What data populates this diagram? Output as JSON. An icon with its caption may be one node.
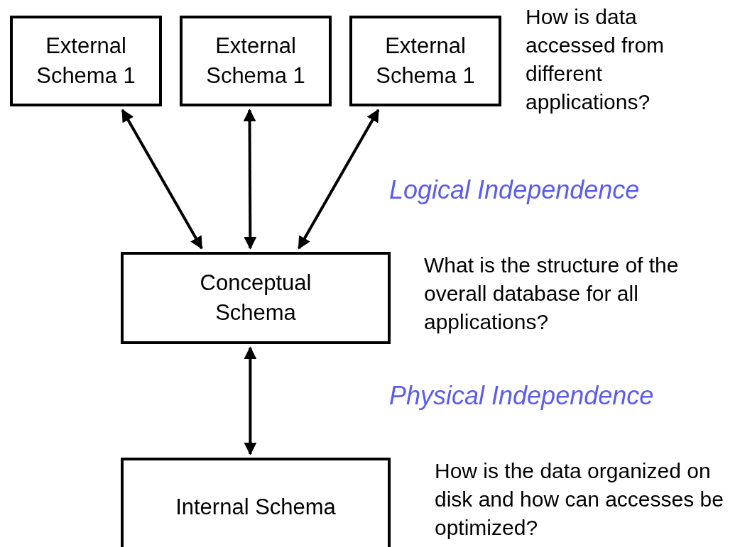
{
  "diagram": {
    "nodes": [
      {
        "text": [
          "External Schema 1"
        ]
      },
      {
        "text": [
          "External Schema 1"
        ]
      },
      {
        "text": [
          "External Schema 1"
        ]
      },
      {
        "text": [
          "Conceptual Schema"
        ]
      },
      {
        "text": [
          "Internal Schema"
        ]
      }
    ],
    "edges": [
      {
        "from": 0,
        "to": 3,
        "arrow": "both"
      },
      {
        "from": 1,
        "to": 3,
        "arrow": "both"
      },
      {
        "from": 2,
        "to": 3,
        "arrow": "both"
      },
      {
        "from": 3,
        "to": 4,
        "arrow": "both"
      }
    ],
    "labels": [
      "How is data accessed from different applications?",
      "Logical Independence",
      "What is the structure of the overall database for all applications?",
      "Physical Independence",
      "How is the data organized on disk and how can accesses be optimized?"
    ]
  }
}
